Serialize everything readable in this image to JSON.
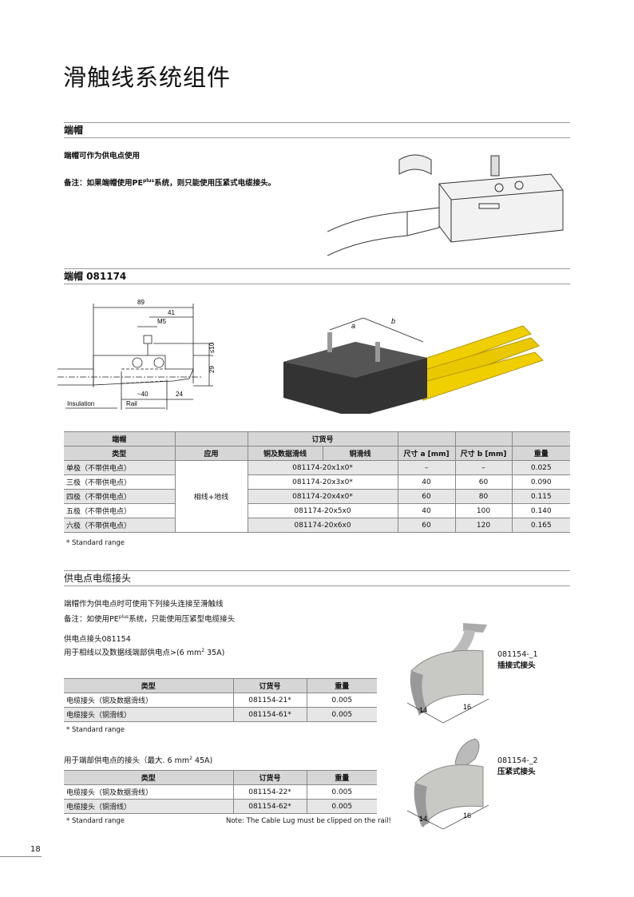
{
  "title": "滑触线系统组件",
  "sec1": {
    "heading": "端帽",
    "line1": "端帽可作为供电点使用",
    "note_pre": "备注：如果端帽使用PE",
    "note_sup": "plus",
    "note_post": "系统，则只能使用压紧式电缆接头。"
  },
  "sec2": {
    "heading": "端帽  081174",
    "drawing": {
      "d89": "89",
      "d41": "41",
      "m5": "M5",
      "d10": "≤10",
      "d29": "29",
      "d40": "~40",
      "d24": "24",
      "insulation": "Insulation",
      "rail": "Rail"
    },
    "photo": {
      "a": "a",
      "b": "b"
    },
    "table": {
      "h1": [
        "端帽",
        "",
        "订货号",
        "",
        "",
        ""
      ],
      "h2": [
        "类型",
        "应用",
        "铜及数据滑线",
        "铜滑线",
        "尺寸  a [mm]",
        "尺寸  b [mm]",
        "重量"
      ],
      "application": "相线+地线",
      "rows": [
        {
          "type": "单极（不带供电点）",
          "order": "081174-20x1x0*",
          "a": "–",
          "b": "–",
          "w": "0.025"
        },
        {
          "type": "三极（不带供电点）",
          "order": "081174-20x3x0*",
          "a": "40",
          "b": "60",
          "w": "0.090"
        },
        {
          "type": "四极（不带供电点）",
          "order": "081174-20x4x0*",
          "a": "60",
          "b": "80",
          "w": "0.115"
        },
        {
          "type": "五极（不带供电点）",
          "order": "081174-20x5x0",
          "a": "40",
          "b": "100",
          "w": "0.140"
        },
        {
          "type": "六极（不带供电点）",
          "order": "081174-20x6x0",
          "a": "60",
          "b": "120",
          "w": "0.165"
        }
      ],
      "footnote": "* Standard range"
    }
  },
  "sec3": {
    "heading": "供电点电缆接头",
    "line1": "端帽作为供电点时可使用下列接头连接至滑触线",
    "note_pre": "备注：如使用PE",
    "note_sup": "plus",
    "note_post": "系统，只能使用压紧型电缆接头",
    "sub1": "供电点接头081154",
    "sub2_pre": "用于相线以及数据线端部供电点>(6 mm",
    "sub2_sup": "2",
    "sub2_post": " 35A)",
    "table1": {
      "headers": [
        "类型",
        "订货号",
        "重量"
      ],
      "rows": [
        [
          "电缆接头（铜及数据滑线）",
          "081154-21*",
          "0.005"
        ],
        [
          "电缆接头（铜滑线）",
          "081154-61*",
          "0.005"
        ]
      ],
      "footnote": "* Standard range"
    },
    "sub3_pre": "用于端部供电点的接头（最大.  6 mm",
    "sub3_sup": "2",
    "sub3_post": " 45A)",
    "table2": {
      "headers": [
        "类型",
        "订货号",
        "重量"
      ],
      "rows": [
        [
          "电缆接头（铜及数据滑线）",
          "081154-22*",
          "0.005"
        ],
        [
          "电缆接头（铜滑线）",
          "081154-62*",
          "0.005"
        ]
      ],
      "footnote": "* Standard range",
      "note": "Note: The Cable Lug must be clipped on the rail!"
    },
    "img1": {
      "code": "081154-_1",
      "label": "插接式接头",
      "d1": "14",
      "d2": "16"
    },
    "img2": {
      "code": "081154-_2",
      "label": "压紧式接头",
      "d1": "14",
      "d2": "16"
    }
  },
  "page_number": "18"
}
